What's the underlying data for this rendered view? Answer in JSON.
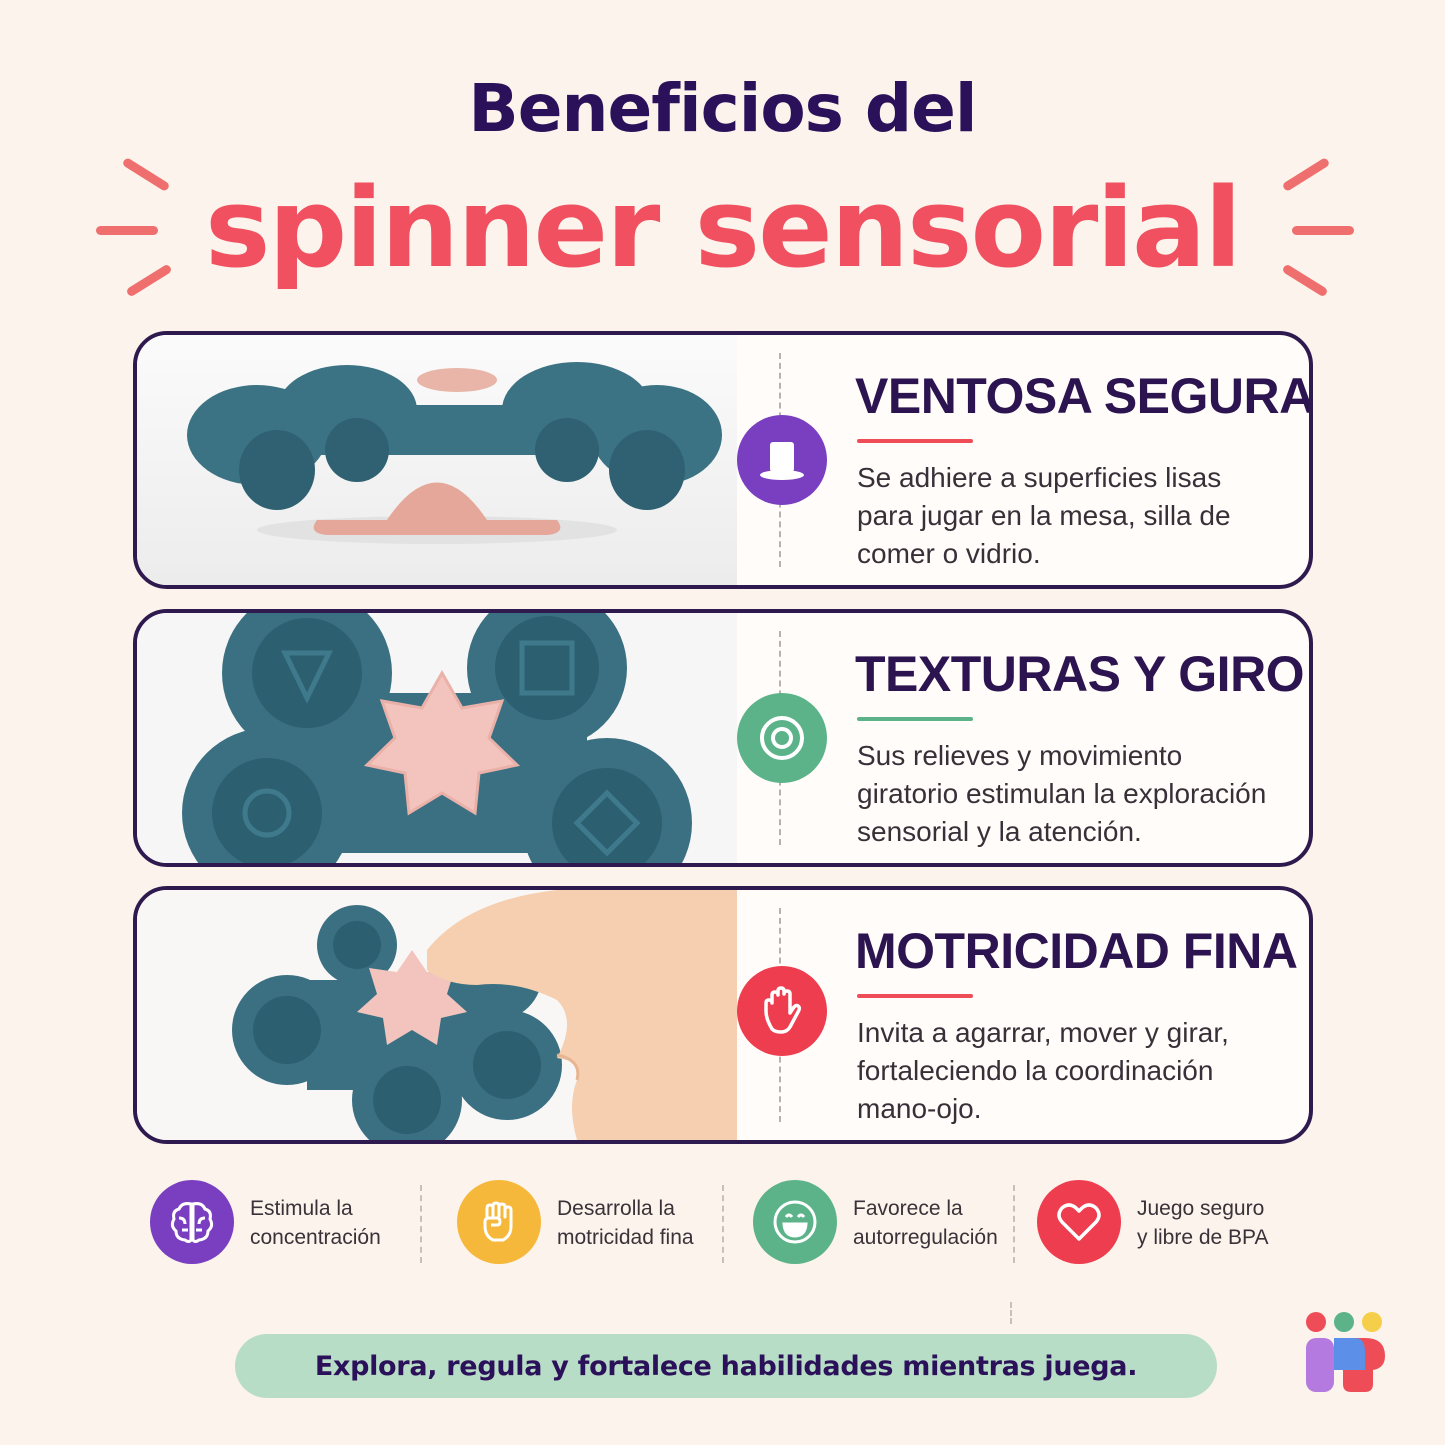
{
  "header": {
    "title_top": "Beneficios del",
    "title_main": "spinner sensorial",
    "accent_color": "#f0505f",
    "title_color": "#2b1159"
  },
  "cards": [
    {
      "title": "VENTOSA SEGURA",
      "body": [
        "Se adhiere a superficies lisas",
        "para jugar en la mesa, silla de",
        "comer o vidrio."
      ],
      "icon": "suction-cup-icon",
      "icon_color": "#7a3fc0",
      "rule_color": "#ee4d57"
    },
    {
      "title": "TEXTURAS Y GIRO",
      "body": [
        "Sus relieves y movimiento",
        "giratorio estimulan la exploración",
        "sensorial y la atención."
      ],
      "icon": "spiral-icon",
      "icon_color": "#5cb38a",
      "rule_color": "#5cb38a"
    },
    {
      "title": "MOTRICIDAD FINA",
      "body": [
        "Invita a agarrar, mover y girar,",
        "fortaleciendo la coordinación",
        "mano-ojo."
      ],
      "icon": "hand-icon",
      "icon_color": "#ee3d4e",
      "rule_color": "#ee4d57"
    }
  ],
  "benefits": [
    {
      "line1": "Estimula la",
      "line2": "concentración",
      "icon": "brain-icon",
      "color": "#7a3fc0"
    },
    {
      "line1": "Desarrolla la",
      "line2": "motricidad fina",
      "icon": "fist-icon",
      "color": "#f6b83a"
    },
    {
      "line1": "Favorece la",
      "line2": "autorregulación",
      "icon": "smile-icon",
      "color": "#5cb38a"
    },
    {
      "line1": "Juego seguro",
      "line2": "y libre de BPA",
      "icon": "heart-icon",
      "color": "#ee3d4e"
    }
  ],
  "banner": {
    "text": "Explora, regula y fortalece habilidades mientras juega."
  },
  "logo": {
    "name": "brand-logo"
  }
}
